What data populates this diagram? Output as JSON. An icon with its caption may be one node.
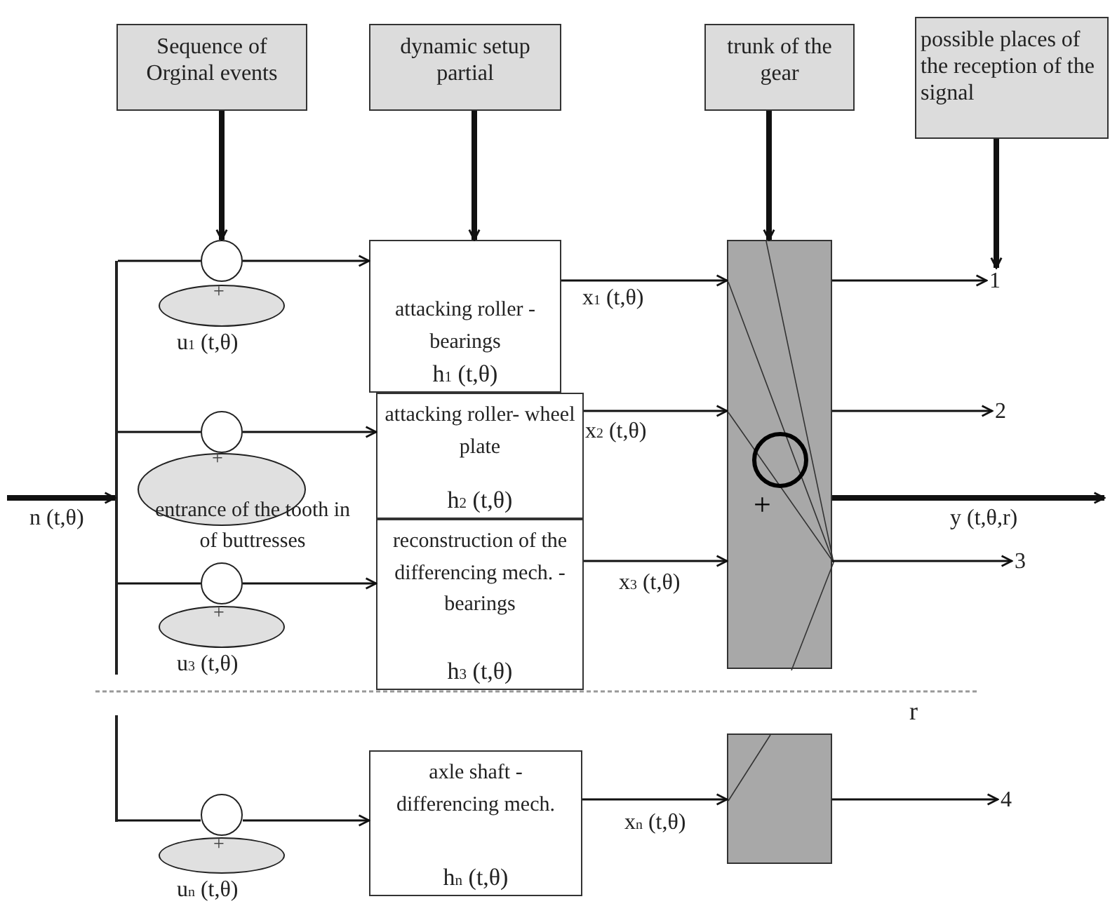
{
  "diagram": {
    "nodes": [
      {
        "text": [
          "Sequence of Orginal events"
        ]
      },
      {
        "text": [
          "dynamic setup partial"
        ]
      },
      {
        "text": [
          "trunk of the gear"
        ]
      },
      {
        "text": [
          "possible places of the reception of the signal"
        ]
      },
      {
        "text": [],
        "shape": "circle"
      },
      {
        "text": [
          "+"
        ],
        "beside": [
          "u$_{1}$ (t,θ)"
        ]
      },
      {
        "text": [
          "attacking roller - bearings",
          "h$_{1}$ (t,θ)"
        ]
      },
      {
        "text": [],
        "shape": "circle"
      },
      {
        "text": [
          "+",
          "entrance of the tooth in of buttresses"
        ]
      },
      {
        "text": [
          "attacking roller- wheel plate",
          "h$_{2}$ (t,θ)"
        ]
      },
      {
        "text": [],
        "shape": "circle"
      },
      {
        "text": [
          "+"
        ],
        "beside": [
          "u$_{3}$ (t,θ)"
        ]
      },
      {
        "text": [
          "reconstruction of the differencing mech. - bearings",
          "h$_{3}$ (t,θ)"
        ]
      },
      {
        "text": [],
        "shape": "circle"
      },
      {
        "text": [
          "+"
        ],
        "beside": [
          "u$_{n}$ (t,θ)"
        ]
      },
      {
        "text": [
          "axle shaft - differencing mech.",
          "h$_{n}$ (t,θ)"
        ]
      },
      {
        "text": [],
        "shape": "box"
      },
      {
        "text": [],
        "shape": "box"
      },
      {
        "text": [],
        "shape": "circle",
        "in": 16,
        "beside": [
          "+"
        ]
      },
      {
        "text": [
          "1"
        ]
      },
      {
        "text": [
          "2"
        ]
      },
      {
        "text": [
          "3"
        ]
      },
      {
        "text": [
          "4"
        ]
      },
      {
        "text": [],
        "shape": "bar"
      },
      {
        "text": [],
        "shape": "bar"
      }
    ],
    "edges": [
      {
        "from": null,
        "to": 23,
        "arrow": "to",
        "style": "thick",
        "label": "n (t,θ)"
      },
      {
        "from": 23,
        "to": 4,
        "arrow": "none"
      },
      {
        "from": 23,
        "to": 7,
        "arrow": "none"
      },
      {
        "from": 23,
        "to": 10,
        "arrow": "none"
      },
      {
        "from": 24,
        "to": 13,
        "arrow": "none"
      },
      {
        "from": 4,
        "to": 6,
        "arrow": "to"
      },
      {
        "from": 7,
        "to": 9,
        "arrow": "to"
      },
      {
        "from": 10,
        "to": 12,
        "arrow": "to"
      },
      {
        "from": 13,
        "to": 15,
        "arrow": "to"
      },
      {
        "from": 6,
        "to": 16,
        "arrow": "to",
        "label": "x$_{1}$ (t,θ)"
      },
      {
        "from": 9,
        "to": 16,
        "arrow": "to",
        "label": "x$_{2}$ (t,θ)"
      },
      {
        "from": 12,
        "to": 16,
        "arrow": "to",
        "label": "x$_{3}$ (t,θ)"
      },
      {
        "from": 15,
        "to": 17,
        "arrow": "to",
        "label": "x$_{n}$ (t,θ)"
      },
      {
        "from": 16,
        "to": 19,
        "arrow": "to"
      },
      {
        "from": 16,
        "to": 20,
        "arrow": "to"
      },
      {
        "from": 16,
        "to": 21,
        "arrow": "to"
      },
      {
        "from": 17,
        "to": 22,
        "arrow": "to"
      },
      {
        "from": 16,
        "to": null,
        "arrow": "to",
        "style": "thick",
        "label": "y (t,θ,r)"
      },
      {
        "from": 0,
        "to": 4,
        "arrow": "to",
        "style": "thick"
      },
      {
        "from": 1,
        "to": 6,
        "arrow": "to",
        "style": "thick"
      },
      {
        "from": 2,
        "to": 16,
        "arrow": "to",
        "style": "thick"
      },
      {
        "from": 3,
        "to": 19,
        "arrow": "to",
        "style": "thick"
      }
    ],
    "labels": [
      "r"
    ]
  }
}
